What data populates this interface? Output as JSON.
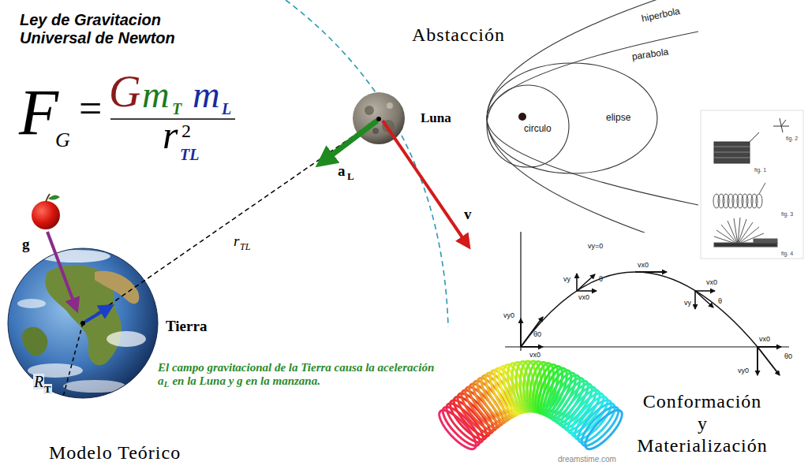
{
  "diagram": {
    "title": "Ley de Gravitacion Universal de Newton",
    "labels": [
      "F",
      "G",
      "=",
      "G",
      "m",
      "T",
      "m",
      "L",
      "r",
      "2",
      "TL",
      "Abstacción",
      "Luna",
      "a",
      "L",
      "v",
      "g",
      "r",
      "TL",
      "Tierra",
      "R",
      "T",
      "El campo gravitacional de la Tierra causa la aceleración a",
      "L",
      "en la Luna y g en la manzana.",
      "Modelo Teórico",
      "Conformación",
      "y",
      "Materialización",
      "hiperbola",
      "parabola",
      "circulo",
      "elipse",
      "vy=0",
      "vx0",
      "vy",
      "θ",
      "vx0",
      "vx0",
      "vy",
      "θ",
      "vy0",
      "θ0",
      "vx0",
      "vx0",
      "θ0",
      "vy0",
      "fig. 1",
      "fig. 2",
      "fig. 3",
      "fig. 4",
      "dreamstime.com"
    ]
  }
}
